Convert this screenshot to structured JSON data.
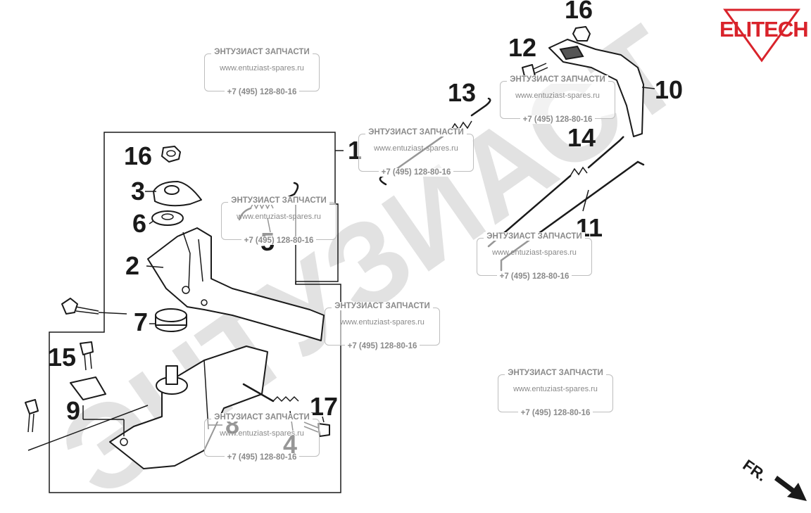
{
  "brand": {
    "name": "ELITECH",
    "color": "#d9232b"
  },
  "background_watermark": "ЭНТУЗИАСТ",
  "direction_label": "FR.",
  "watermark_boxes": [
    {
      "title": "ЭНТУЗИАСТ ЗАПЧАСТИ",
      "url": "www.entuziast-spares.ru",
      "phone": "+7 (495) 128-80-16"
    },
    {
      "title": "ЭНТУЗИАСТ ЗАПЧАСТИ",
      "url": "www.entuziast-spares.ru",
      "phone": "+7 (495) 128-80-16"
    },
    {
      "title": "ЭНТУЗИАСТ ЗАПЧАСТИ",
      "url": "www.entuziast-spares.ru",
      "phone": "+7 (495) 128-80-16"
    },
    {
      "title": "ЭНТУЗИАСТ ЗАПЧАСТИ",
      "url": "www.entuziast-spares.ru",
      "phone": "+7 (495) 128-80-16"
    },
    {
      "title": "ЭНТУЗИАСТ ЗАПЧАСТИ",
      "url": "www.entuziast-spares.ru",
      "phone": "+7 (495) 128-80-16"
    },
    {
      "title": "ЭНТУЗИАСТ ЗАПЧАСТИ",
      "url": "www.entuziast-spares.ru",
      "phone": "+7 (495) 128-80-16"
    },
    {
      "title": "ЭНТУЗИАСТ ЗАПЧАСТИ",
      "url": "www.entuziast-spares.ru",
      "phone": "+7 (495) 128-80-16"
    },
    {
      "title": "ЭНТУЗИАСТ ЗАПЧАСТИ",
      "url": "www.entuziast-spares.ru",
      "phone": "+7 (495) 128-80-16"
    }
  ],
  "callouts": {
    "c1": "1",
    "c2": "2",
    "c3": "3",
    "c4": "4",
    "c5": "5",
    "c6": "6",
    "c7": "7",
    "c8": "8",
    "c9": "9",
    "c10": "10",
    "c11": "11",
    "c12": "12",
    "c13": "13",
    "c14": "14",
    "c15": "15",
    "c16a": "16",
    "c16b": "16",
    "c17": "17"
  }
}
